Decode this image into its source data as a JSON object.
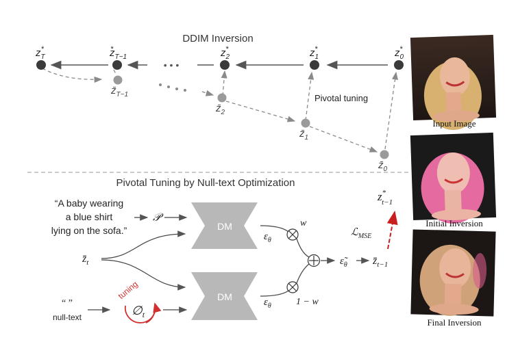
{
  "top": {
    "title": "DDIM Inversion",
    "pivotal_label": "Pivotal tuning",
    "ellipsis": "• • •",
    "nodes": {
      "zT": "z",
      "zT_sub": "T",
      "zT_sup": "*",
      "zTm1": "z",
      "zTm1_sub": "T−1",
      "zTm1_sup": "*",
      "z2": "z",
      "z2_sub": "2",
      "z2_sup": "*",
      "z1": "z",
      "z1_sub": "1",
      "z1_sup": "*",
      "z0": "z",
      "z0_sub": "0",
      "z0_sup": "*",
      "bzTm1": "z̄",
      "bzTm1_sub": "T−1",
      "bz2": "z̄",
      "bz2_sub": "2",
      "bz1": "z̄",
      "bz1_sub": "1",
      "bz0": "z̄",
      "bz0_sub": "0"
    }
  },
  "bottom": {
    "title": "Pivotal Tuning by Null-text Optimization",
    "prompt_line1": "“A baby wearing",
    "prompt_line2": "a blue shirt",
    "prompt_line3": "lying on the sofa.”",
    "P_symbol": "𝒫",
    "zt": "z̄",
    "zt_sub": "t",
    "null_quotes": "“ ”",
    "null_text": "null-text",
    "tuning": "tuning",
    "phi": "∅",
    "phi_sub": "t",
    "dm_top": "DM",
    "dm_bottom": "DM",
    "eps_top": "ε",
    "eps_top_sub": "θ",
    "eps_bottom": "ε",
    "eps_bottom_sub": "θ",
    "w": "w",
    "one_minus_w": "1 − w",
    "eps_tilde": "ε̃",
    "eps_tilde_sub": "θ",
    "z_out": "z̄",
    "z_out_sub": "t−1",
    "z_star": "z",
    "z_star_sup": "*",
    "z_star_sub": "t−1",
    "loss": "ℒ",
    "loss_sub": "MSE",
    "times_symbol": "⊗",
    "plus_symbol": "⊕"
  },
  "photos": {
    "caption1": "Input Image",
    "caption2": "Initial Inversion",
    "caption3": "Final Inversion"
  },
  "colors": {
    "dark_node": "#3a3a3a",
    "light_node": "#9a9a9a",
    "dm_box": "#b8b8b8",
    "tuning_red": "#d03030",
    "loss_red": "#c81e1e"
  }
}
